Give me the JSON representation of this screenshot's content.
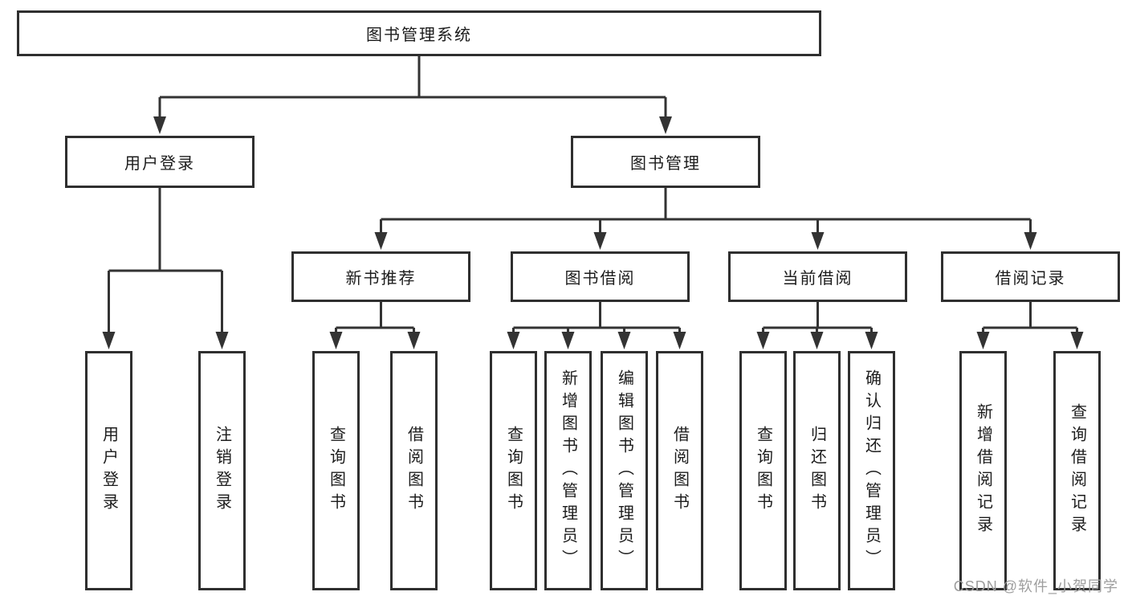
{
  "diagram_type": "hierarchy-tree",
  "tree": {
    "label": "图书管理系统",
    "children": [
      {
        "label": "用户登录",
        "children": [
          {
            "label": "用户登录"
          },
          {
            "label": "注销登录"
          }
        ]
      },
      {
        "label": "图书管理",
        "children": [
          {
            "label": "新书推荐",
            "children": [
              {
                "label": "查询图书"
              },
              {
                "label": "借阅图书"
              }
            ]
          },
          {
            "label": "图书借阅",
            "children": [
              {
                "label": "查询图书"
              },
              {
                "label": "新增图书（管理员）"
              },
              {
                "label": "编辑图书（管理员）"
              },
              {
                "label": "借阅图书"
              }
            ]
          },
          {
            "label": "当前借阅",
            "children": [
              {
                "label": "查询图书"
              },
              {
                "label": "归还图书"
              },
              {
                "label": "确认归还（管理员）"
              }
            ]
          },
          {
            "label": "借阅记录",
            "children": [
              {
                "label": "新增借阅记录"
              },
              {
                "label": "查询借阅记录"
              }
            ]
          }
        ]
      }
    ]
  },
  "watermark": "CSDN @软件_小贺同学",
  "colors": {
    "box_border": "#2f2f2f",
    "connector_line": "#333333",
    "text": "#1c1c1c",
    "watermark": "#9e9e9e",
    "background": "#ffffff"
  }
}
